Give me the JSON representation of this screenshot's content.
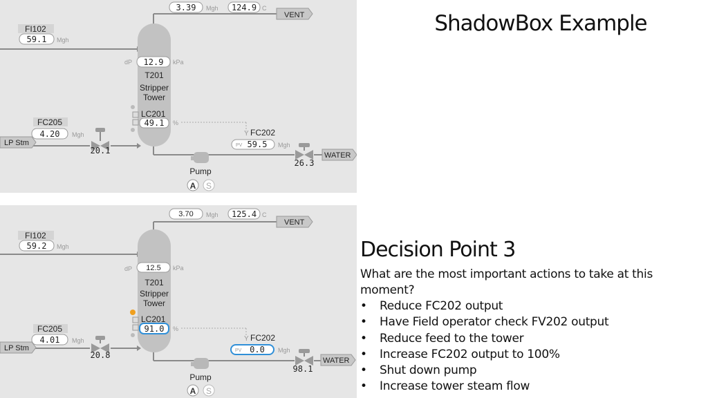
{
  "title": "ShadowBox Example",
  "decision": {
    "heading": "Decision Point 3",
    "question": "What are the most important actions to take at this moment?",
    "options": [
      "Reduce FC202 output",
      "Have Field operator check FV202 output",
      "Reduce feed to the tower",
      "Increase FC202 output to 100%",
      "Shut down pump",
      "Increase tower steam flow"
    ],
    "bullet": "•"
  },
  "units": {
    "mgh": "Mgh",
    "kpa": "kPa",
    "c": "C",
    "pct": "%",
    "dp": "dP",
    "pv": "PV"
  },
  "labels": {
    "vent": "VENT",
    "water": "WATER",
    "lp_stm": "LP Stm",
    "pump": "Pump",
    "a": "A",
    "s": "S",
    "tower_l1": "T201",
    "tower_l2": "Stripper",
    "tower_l3": "Tower",
    "fi102": "FI102",
    "fc205": "FC205",
    "fc202": "FC202",
    "lc201": "LC201"
  },
  "top": {
    "vent_flow": "3.39",
    "vent_temp": "124.9",
    "fi102": "59.1",
    "dp": "12.9",
    "lc201": "49.1",
    "fc205": "4.20",
    "steam_valve": "20.1",
    "fc202": "59.5",
    "water_valve": "26.3"
  },
  "bottom": {
    "vent_flow": "3.70",
    "vent_temp": "125.4",
    "fi102": "59.2",
    "dp": "12.5",
    "lc201": "91.0",
    "fc205": "4.01",
    "steam_valve": "20.8",
    "fc202": "0.0",
    "water_valve": "98.1"
  },
  "colors": {
    "highlight": "#2f8fd8",
    "alarm": "#f0a020",
    "panel": "#e6e6e6"
  }
}
